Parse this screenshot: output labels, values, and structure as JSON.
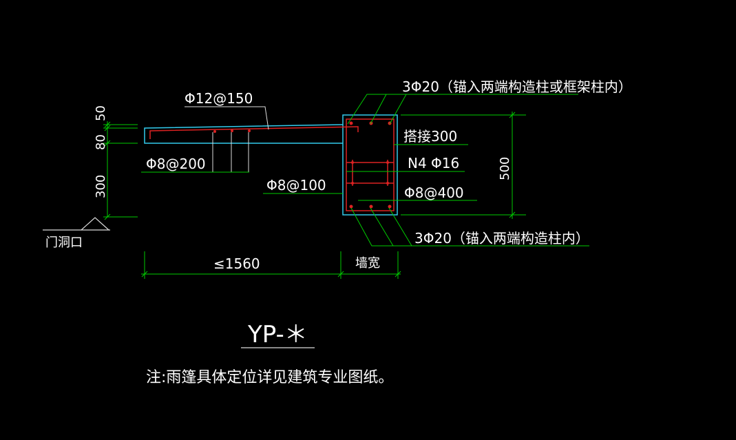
{
  "labels": {
    "top_right_callout": "3Φ20（锚入两端构造柱或框架柱内）",
    "slab_rebar": "Φ12@150",
    "dist_rebar": "Φ8@200",
    "lap": "搭接300",
    "side_bars": "N4 Φ16",
    "stirrup": "Φ8@100",
    "tie": "Φ8@400",
    "bottom_callout": "3Φ20（锚入两端构造柱内）",
    "dim_50": "50",
    "dim_80": "80",
    "dim_300": "300",
    "dim_500": "500",
    "door_opening": "门洞口",
    "dim_span": "≤1560",
    "dim_wall": "墙宽",
    "drawing_title": "YP-＊",
    "note": "注:雨篷具体定位详见建筑专业图纸。"
  },
  "colors": {
    "background": "#000000",
    "dimension_green": "#00cc00",
    "outline_cyan": "#33ccee",
    "rebar_red": "#dd2222",
    "text_white": "#ffffff",
    "leader_white": "#dddddd"
  }
}
